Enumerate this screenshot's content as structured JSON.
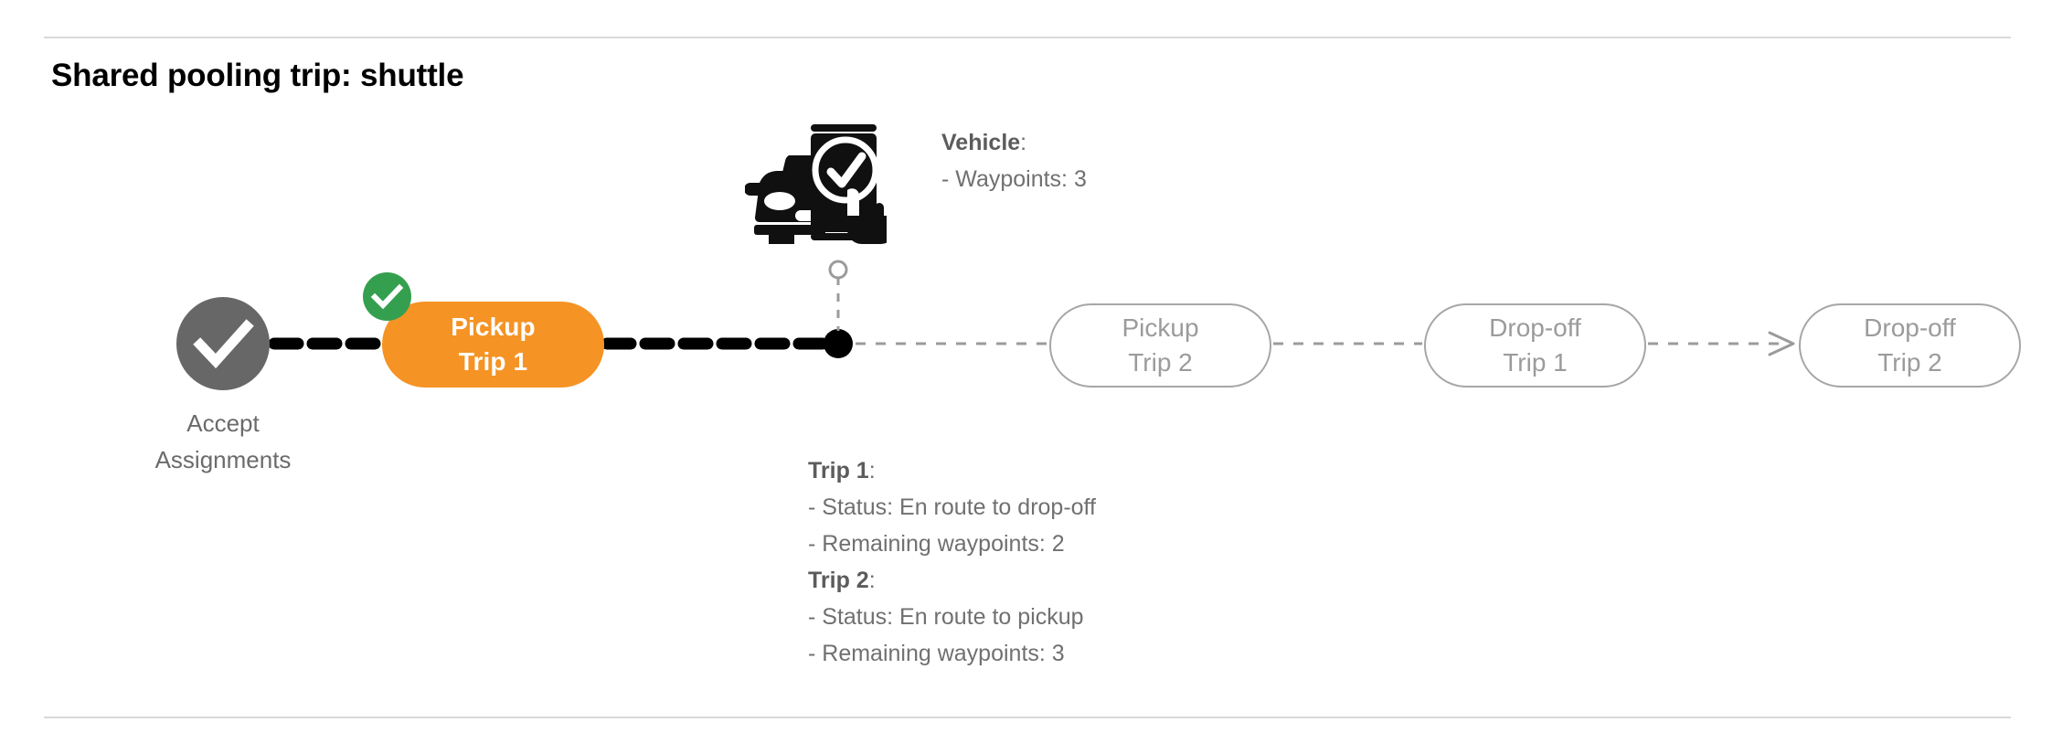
{
  "page": {
    "title": "Shared pooling trip: shuttle"
  },
  "colors": {
    "active_pill": "#f59324",
    "done_badge": "#34a04f",
    "start_node": "#676767",
    "upcoming_outline": "#a6a6a6",
    "upcoming_text": "#9b9b9b",
    "callout_text": "#707070",
    "divider": "#d9d9d9"
  },
  "flow": {
    "start_node": {
      "icon": "check-circle-icon",
      "label_line1": "Accept",
      "label_line2": "Assignments"
    },
    "active_step": {
      "line1": "Pickup",
      "line2": "Trip 1",
      "badge_icon": "check-badge-icon",
      "state": "completed"
    },
    "upcoming_steps": [
      {
        "line1": "Pickup",
        "line2": "Trip 2"
      },
      {
        "line1": "Drop-off",
        "line2": "Trip 1"
      },
      {
        "line1": "Drop-off",
        "line2": "Trip 2"
      }
    ],
    "vehicle_marker": {
      "icon": "car-phone-check-icon"
    }
  },
  "callouts": {
    "vehicle": {
      "heading": "Vehicle",
      "heading_suffix": ":",
      "rows": [
        "- Waypoints: 3"
      ]
    },
    "trips": [
      {
        "heading": "Trip 1",
        "heading_suffix": ":",
        "rows": [
          "- Status:  En route to drop-off",
          "- Remaining waypoints: 2"
        ]
      },
      {
        "heading": "Trip 2",
        "heading_suffix": ":",
        "rows": [
          "- Status:  En route to pickup",
          "- Remaining waypoints: 3"
        ]
      }
    ]
  }
}
